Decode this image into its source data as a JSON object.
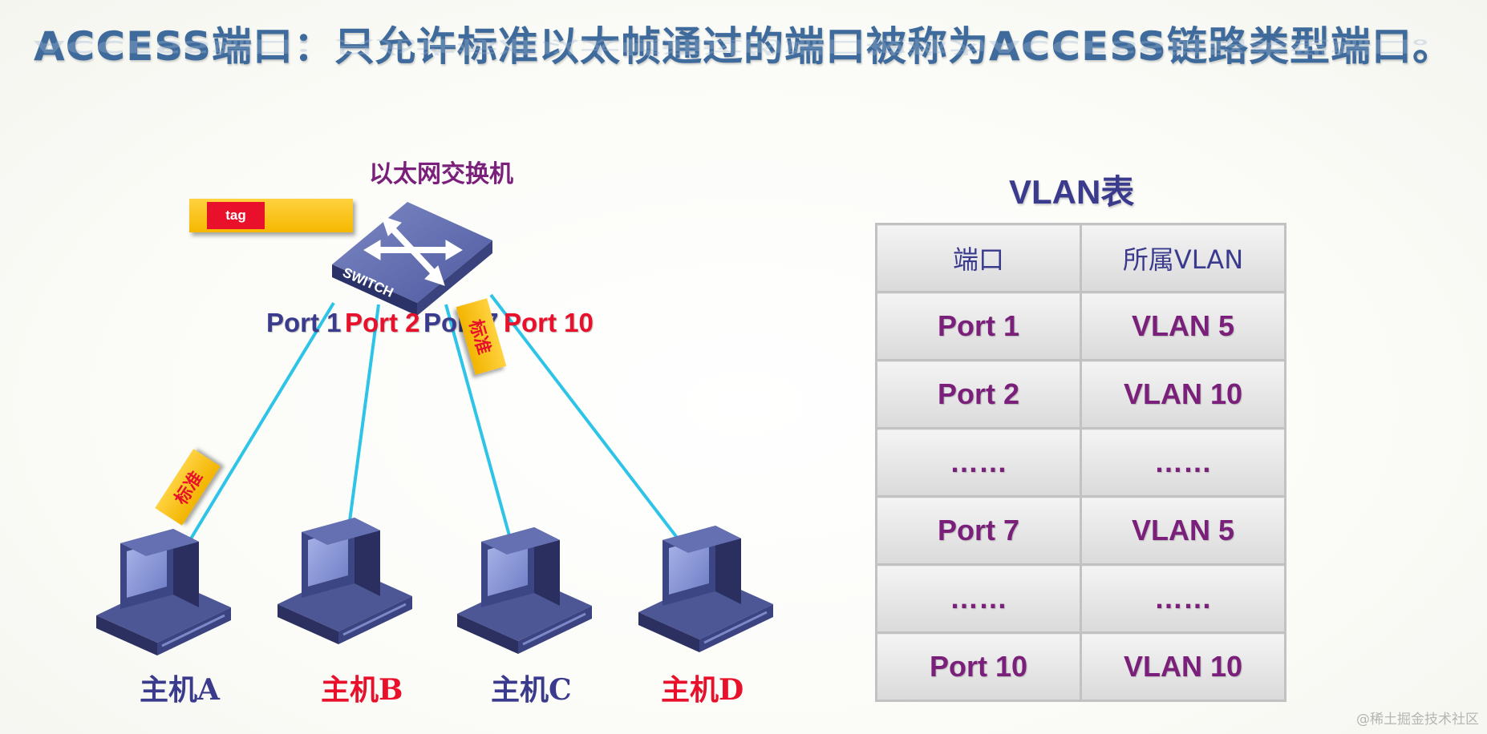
{
  "title": "ACCESS端口：只允许标准以太帧通过的端口被称为ACCESS链路类型端口。",
  "switch": {
    "title": "以太网交换机",
    "badge": "SWITCH"
  },
  "tag_label": "tag",
  "standard_label": "标准",
  "ports": [
    {
      "label": "Port 1",
      "color": "#3b3b8e"
    },
    {
      "label": "Port 2",
      "color": "#e8102a"
    },
    {
      "label": "Port 7",
      "color": "#3b3b8e"
    },
    {
      "label": "Port 10",
      "color": "#e8102a"
    }
  ],
  "hosts": [
    {
      "label": "主机A",
      "color": "#3b3b8e"
    },
    {
      "label": "主机B",
      "color": "#e8102a"
    },
    {
      "label": "主机C",
      "color": "#3b3b8e"
    },
    {
      "label": "主机D",
      "color": "#e8102a"
    }
  ],
  "link_color": "#2ec4e8",
  "vlan_table": {
    "title": "VLAN表",
    "headers": [
      "端口",
      "所属VLAN"
    ],
    "rows": [
      [
        "Port 1",
        "VLAN 5"
      ],
      [
        "Port 2",
        "VLAN 10"
      ],
      [
        "……",
        "……"
      ],
      [
        "Port 7",
        "VLAN 5"
      ],
      [
        "……",
        "……"
      ],
      [
        "Port 10",
        "VLAN 10"
      ]
    ]
  },
  "watermark": "@稀土掘金技术社区"
}
